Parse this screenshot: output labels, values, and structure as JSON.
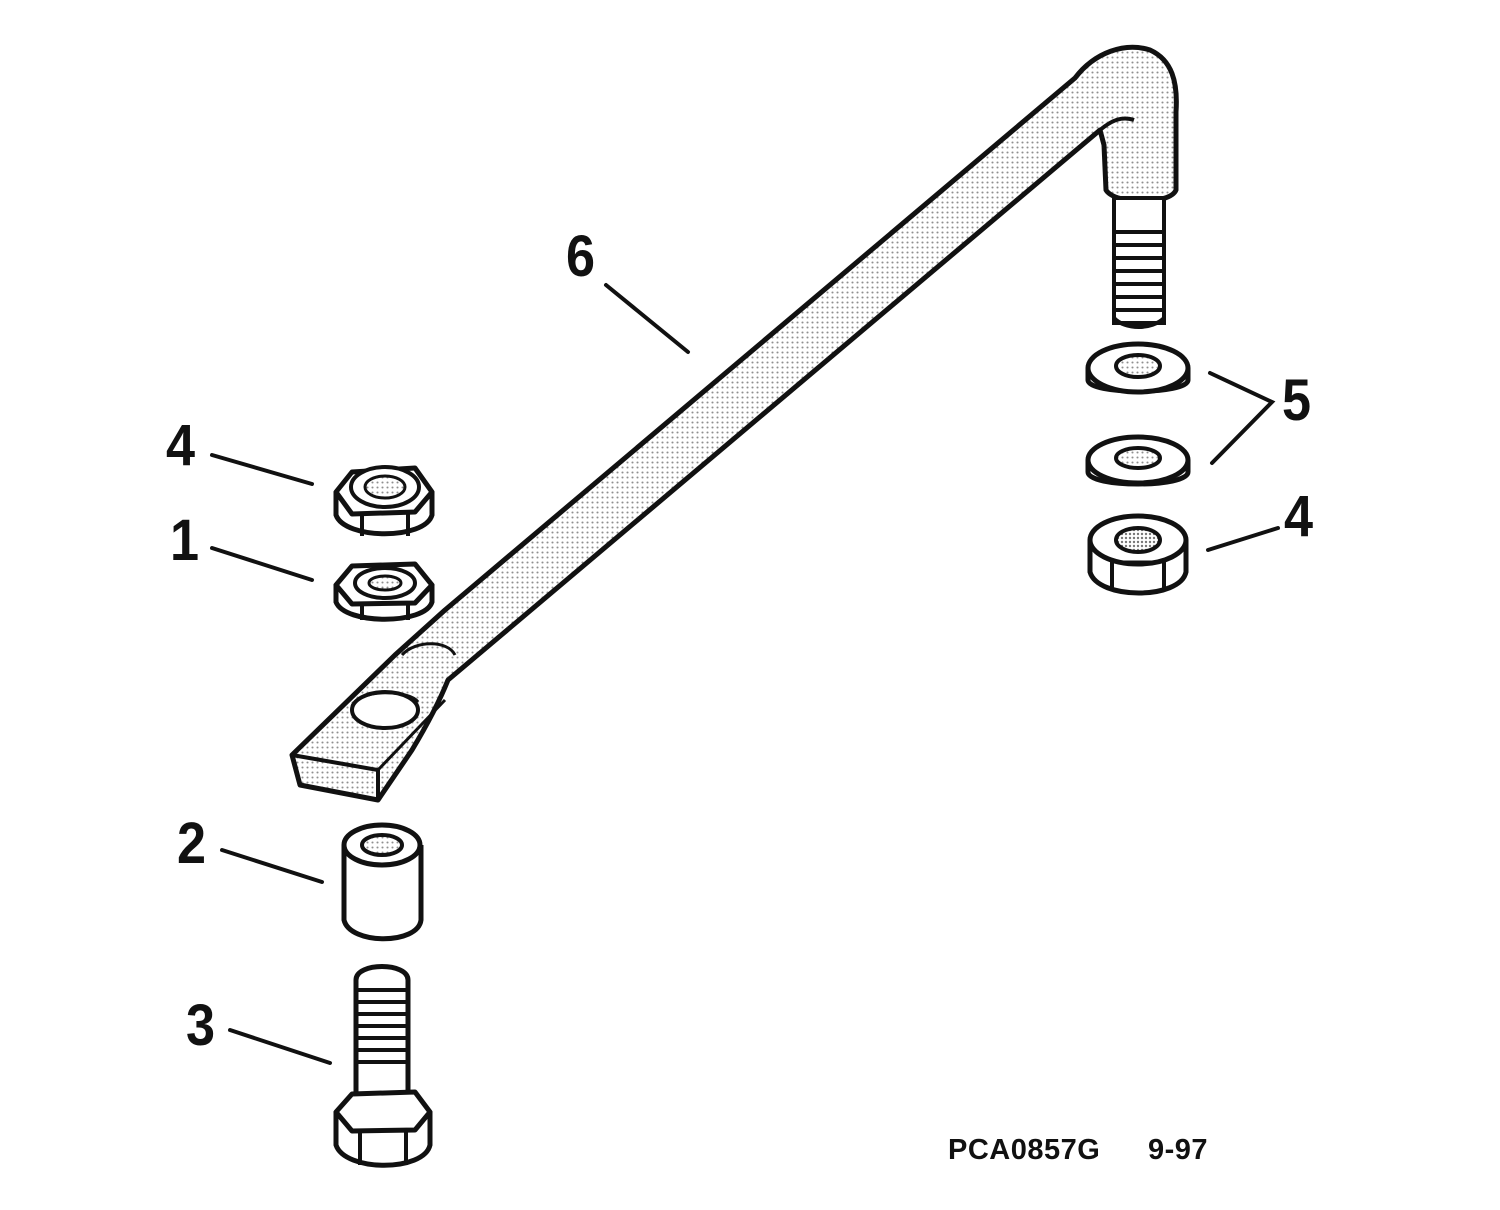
{
  "diagram": {
    "callouts": {
      "c6": "6",
      "c4_left": "4",
      "c1": "1",
      "c2": "2",
      "c3": "3",
      "c5": "5",
      "c4_right": "4"
    },
    "figure_code": "PCA0857G",
    "figure_date": "9-97",
    "colors": {
      "ink": "#111111",
      "paper": "#ffffff",
      "dot_shade": "#9a9a9a"
    }
  }
}
